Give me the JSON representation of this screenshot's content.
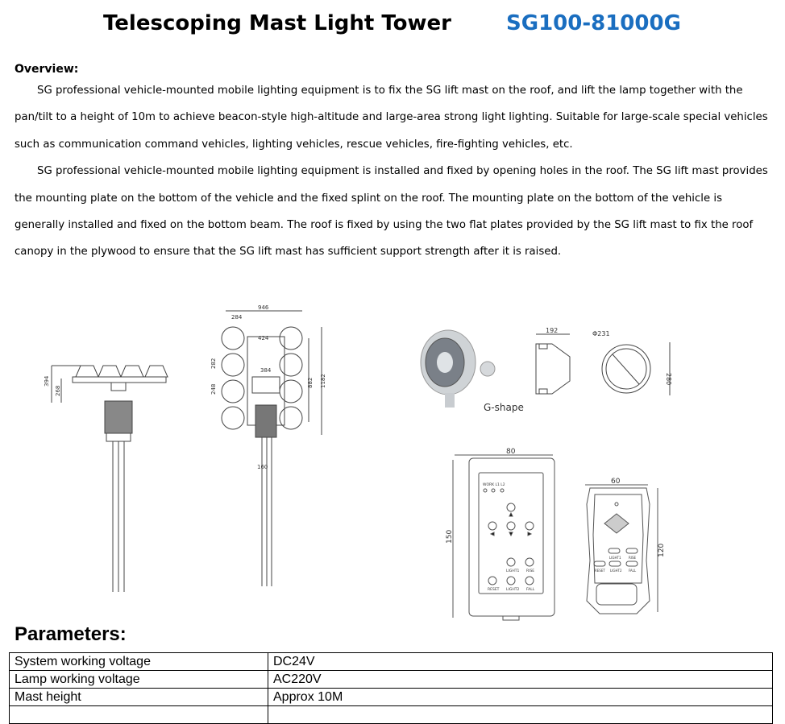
{
  "header": {
    "title": "Telescoping Mast Light Tower",
    "model": "SG100-81000G"
  },
  "overview": {
    "heading": "Overview:",
    "paragraphs": [
      "SG professional vehicle-mounted mobile lighting equipment is to fix the SG lift mast on the roof, and lift the lamp together with the pan/tilt to a height of 10m to achieve beacon-style high-altitude and large-area strong light lighting. Suitable for large-scale special vehicles such as communication command vehicles, lighting vehicles, rescue vehicles, fire-fighting vehicles, etc.",
      "SG professional vehicle-mounted mobile lighting equipment is installed and fixed by opening holes in the roof. The SG lift mast provides the mounting plate on the bottom of the vehicle and the fixed splint on the roof. The mounting plate on the bottom of the vehicle is generally installed and fixed on the bottom beam. The roof is fixed by using the two flat plates provided by the SG lift mast to fix the roof canopy in the plywood to ensure that the SG lift mast has sufficient support strength after it is raised."
    ]
  },
  "drawings": {
    "side": {
      "dim_total": "394",
      "dim_lamp": "268"
    },
    "front": {
      "width": "946",
      "lamp_w": "284",
      "inner": "424",
      "pitch1": "282",
      "base": "384",
      "pitch2": "248",
      "span": "882",
      "height": "1182",
      "mast": "160"
    },
    "lamp": {
      "depth": "192",
      "diameter": "Φ231",
      "height": "280",
      "caption": "G-shape"
    },
    "panel": {
      "width": "80",
      "height": "150",
      "leds": "WORK  L1   L2",
      "buttons": [
        "LIGHT1",
        "RISE",
        "RESET",
        "LIGHT2",
        "FALL"
      ]
    },
    "remote": {
      "width": "60",
      "height": "120",
      "buttons": [
        "LIGHT1",
        "RISE",
        "RESET",
        "LIGHT2",
        "FALL"
      ]
    }
  },
  "parameters": {
    "heading": "Parameters:",
    "rows": [
      {
        "name": "System working voltage",
        "value": "DC24V"
      },
      {
        "name": "Lamp working voltage",
        "value": "AC220V"
      },
      {
        "name": "Mast height",
        "value": "Approx 10M"
      }
    ]
  }
}
